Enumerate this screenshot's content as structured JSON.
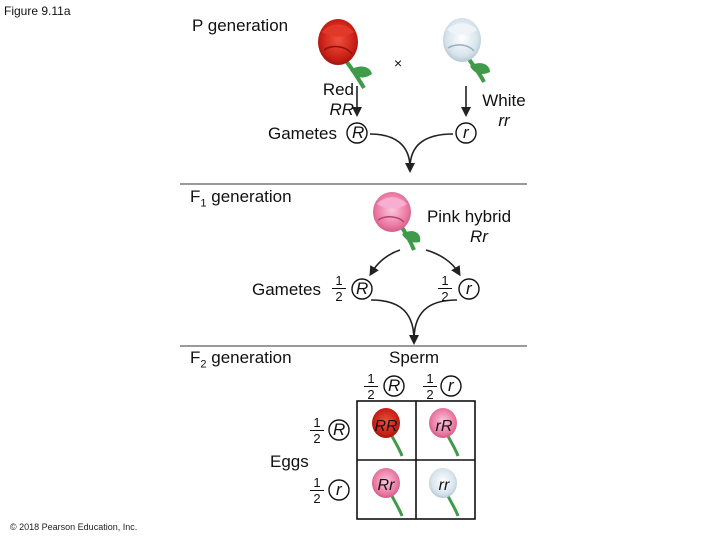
{
  "figure_label": "Figure 9.11a",
  "copyright": "© 2018 Pearson Education, Inc.",
  "p_generation": {
    "title": "P generation",
    "cross_symbol": "×",
    "red_parent": {
      "name": "Red",
      "genotype": "RR"
    },
    "white_parent": {
      "name": "White",
      "genotype": "rr"
    },
    "gametes_label": "Gametes",
    "red_gamete": "R",
    "white_gamete": "r"
  },
  "f1_generation": {
    "title_main": "F",
    "title_sub": "1",
    "title_rest": " generation",
    "hybrid_name": "Pink hybrid",
    "hybrid_genotype": "Rr",
    "gametes_label": "Gametes",
    "fraction_num": "1",
    "fraction_den": "2",
    "gamete_R": "R",
    "gamete_r": "r"
  },
  "f2_generation": {
    "title_main": "F",
    "title_sub": "2",
    "title_rest": " generation",
    "sperm_label": "Sperm",
    "eggs_label": "Eggs",
    "fraction_num": "1",
    "fraction_den": "2",
    "sperm_R": "R",
    "sperm_r": "r",
    "egg_R": "R",
    "egg_r": "r",
    "cells": [
      {
        "genotype": "RR",
        "color": "red"
      },
      {
        "genotype": "rR",
        "color": "pink"
      },
      {
        "genotype": "Rr",
        "color": "pink"
      },
      {
        "genotype": "rr",
        "color": "white"
      }
    ]
  },
  "colors": {
    "red_flower": "#d42a1e",
    "pink_flower": "#e87fb0",
    "white_flower": "#d6e3ec",
    "stem_green": "#3f9a4a",
    "divider": "#9a9a9a"
  }
}
